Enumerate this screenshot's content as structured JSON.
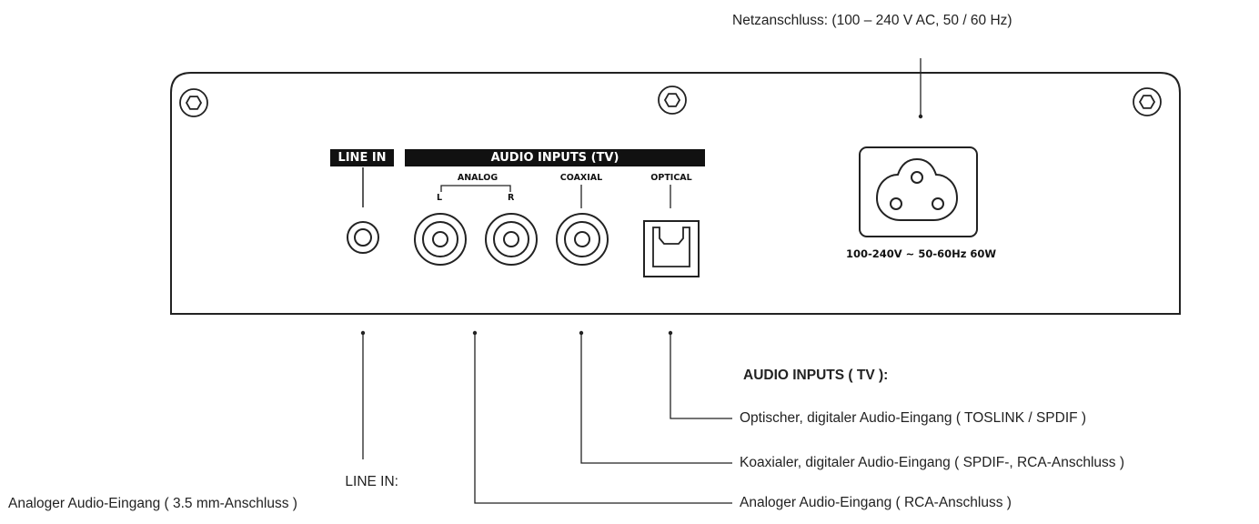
{
  "top_callout": {
    "mains": "Netzanschluss:  (100 – 240 V AC, 50 /  60 Hz)"
  },
  "panel": {
    "line_in_header": "LINE IN",
    "audio_inputs_header": "AUDIO INPUTS (TV)",
    "analog_label": "ANALOG",
    "left_label": "L",
    "right_label": "R",
    "coaxial_label": "COAXIAL",
    "optical_label": "OPTICAL",
    "power_spec": "100-240V ~ 50-60Hz  60W"
  },
  "callouts": {
    "audio_inputs_title": "AUDIO INPUTS ( TV ):",
    "optical": "Optischer, digitaler Audio-Eingang ( TOSLINK / SPDIF )",
    "coaxial": "Koaxialer, digitaler Audio-Eingang ( SPDIF-, RCA-Anschluss )",
    "analog": "Analoger Audio-Eingang ( RCA-Anschluss )",
    "line_in_title": "LINE IN:",
    "line_in": "Analoger Audio-Eingang ( 3.5 mm-Anschluss )"
  }
}
